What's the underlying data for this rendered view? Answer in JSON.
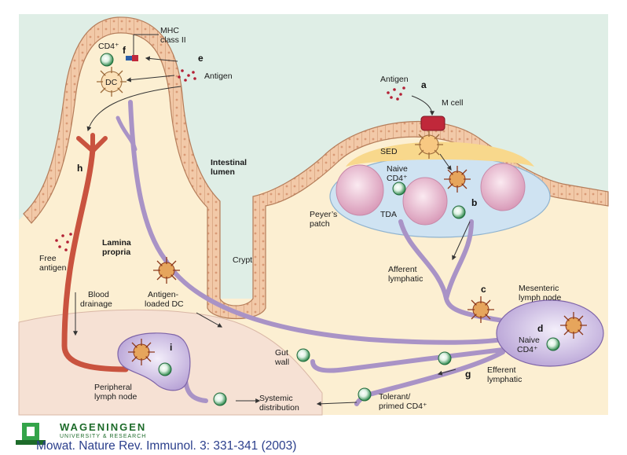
{
  "labels": {
    "mhc": "MHC",
    "mhc2": "class II",
    "cd4_top": "CD4⁺",
    "f": "f",
    "e": "e",
    "antigen_left": "Antigen",
    "dc": "DC",
    "h": "h",
    "intestinal": "Intestinal",
    "lumen": "lumen",
    "antigen_right": "Antigen",
    "a": "a",
    "mcell": "M cell",
    "sed": "SED",
    "naive1": "Naive",
    "naive_cd4_1": "CD4⁺",
    "b": "b",
    "tda": "TDA",
    "peyers1": "Peyer’s",
    "peyers2": "patch",
    "free1": "Free",
    "free2": "antigen",
    "lamina1": "Lamina",
    "lamina2": "propria",
    "crypt": "Crypt",
    "afferent1": "Afferent",
    "afferent2": "lymphatic",
    "blood1": "Blood",
    "blood2": "drainage",
    "agdc1": "Antigen-",
    "agdc2": "loaded DC",
    "c": "c",
    "mes1": "Mesenteric",
    "mes2": "lymph node",
    "d": "d",
    "naive2": "Naive",
    "naive_cd4_2": "CD4⁺",
    "i": "i",
    "gut1": "Gut",
    "gut2": "wall",
    "g": "g",
    "efferent1": "Efferent",
    "efferent2": "lymphatic",
    "periph1": "Peripheral",
    "periph2": "lymph node",
    "systemic1": "Systemic",
    "systemic2": "distribution",
    "tolerant1": "Tolerant/",
    "tolerant2": "primed CD4⁺"
  },
  "footer": {
    "logo_name": "WAGENINGEN",
    "logo_sub": "UNIVERSITY & RESEARCH",
    "citation": "Mowat. Nature Rev. Immunol. 3: 331-341 (2003)"
  },
  "colors": {
    "lumen": "#dfeee6",
    "lamina": "#fcefd2",
    "epithelium": "#f2c9a8",
    "lymph": "#a993c6",
    "blood": "#c9533f",
    "node": "#d9cdea",
    "follicle": "#e9b9cf",
    "sed": "#f8d88c",
    "tda": "#cfe3f2",
    "mcell": "#c0283a"
  }
}
